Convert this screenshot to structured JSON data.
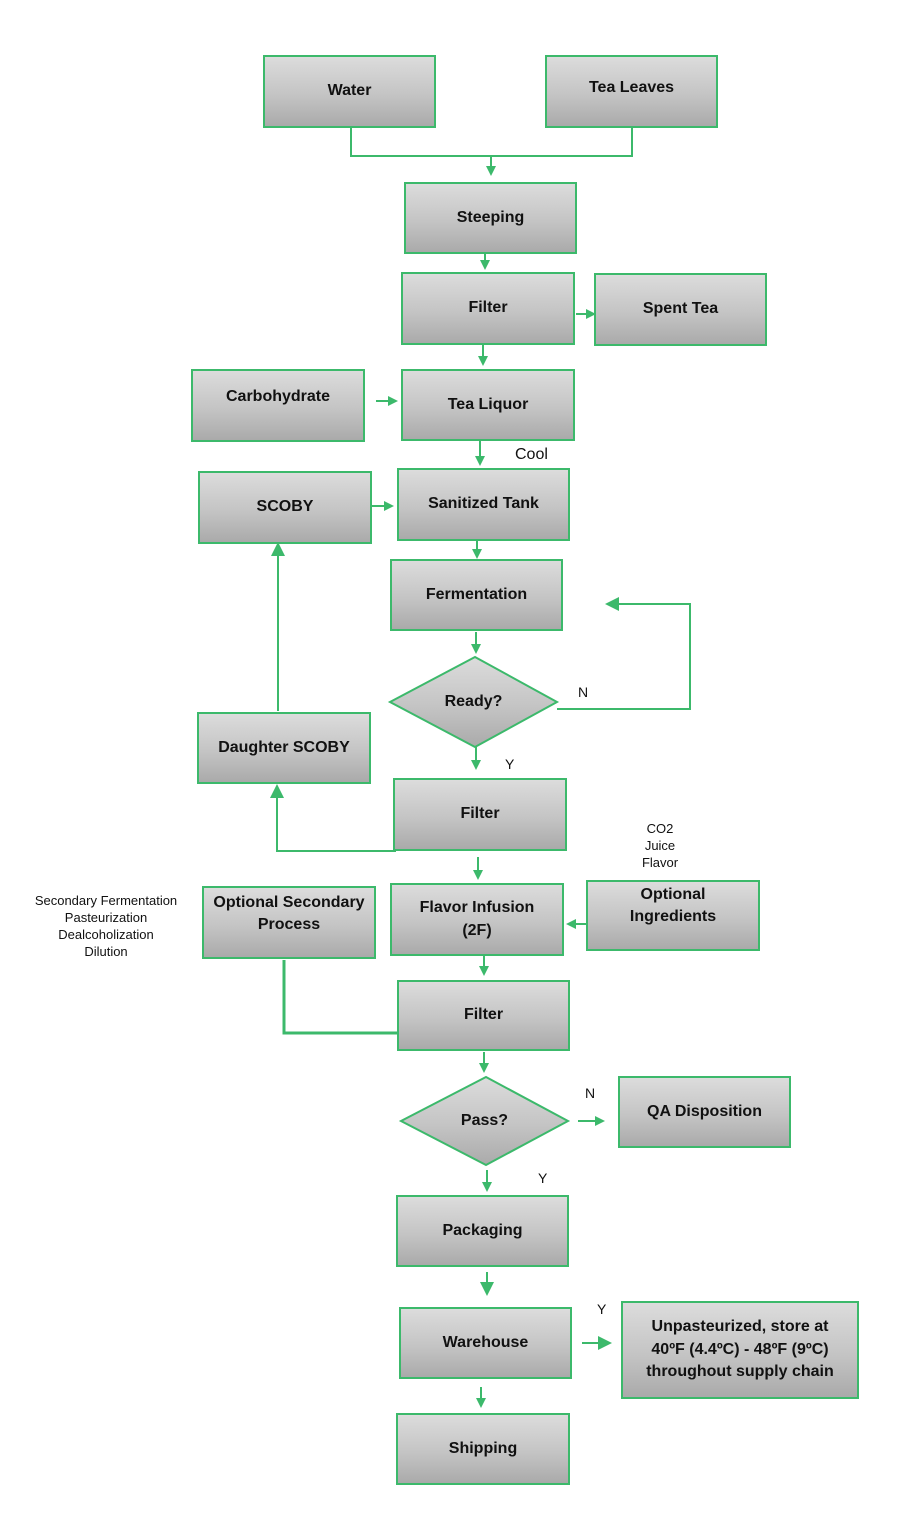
{
  "nodes": {
    "water": "Water",
    "tea_leaves": "Tea Leaves",
    "steeping": "Steeping",
    "filter1": "Filter",
    "spent_tea": "Spent Tea",
    "carbohydrate": "Carbohydrate",
    "tea_liquor": "Tea Liquor",
    "scoby": "SCOBY",
    "sanitized_tank": "Sanitized Tank",
    "fermentation": "Fermentation",
    "ready": "Ready?",
    "daughter_scoby": "Daughter SCOBY",
    "filter2": "Filter",
    "optional_secondary": "Optional Secondary\nProcess",
    "flavor_infusion": "Flavor Infusion\n(2F)",
    "optional_ingredients": "Optional\nIngredients",
    "filter3": "Filter",
    "pass": "Pass?",
    "qa_disposition": "QA Disposition",
    "packaging": "Packaging",
    "warehouse": "Warehouse",
    "storage_note": "Unpasteurized, store at\n40ºF (4.4ºC) - 48ºF (9ºC)\nthroughout supply chain",
    "shipping": "Shipping"
  },
  "labels": {
    "cool": "Cool",
    "ready_no": "N",
    "ready_yes": "Y",
    "pass_no": "N",
    "pass_yes": "Y",
    "warehouse_yes": "Y"
  },
  "notes": {
    "secondary_processes": "Secondary Fermentation\nPasteurization\nDealcoholization\nDilution",
    "ingredient_examples": "CO2\nJuice\nFlavor"
  },
  "colors": {
    "connector": "#3cb96b",
    "box_fill": "#c4c4c4"
  }
}
